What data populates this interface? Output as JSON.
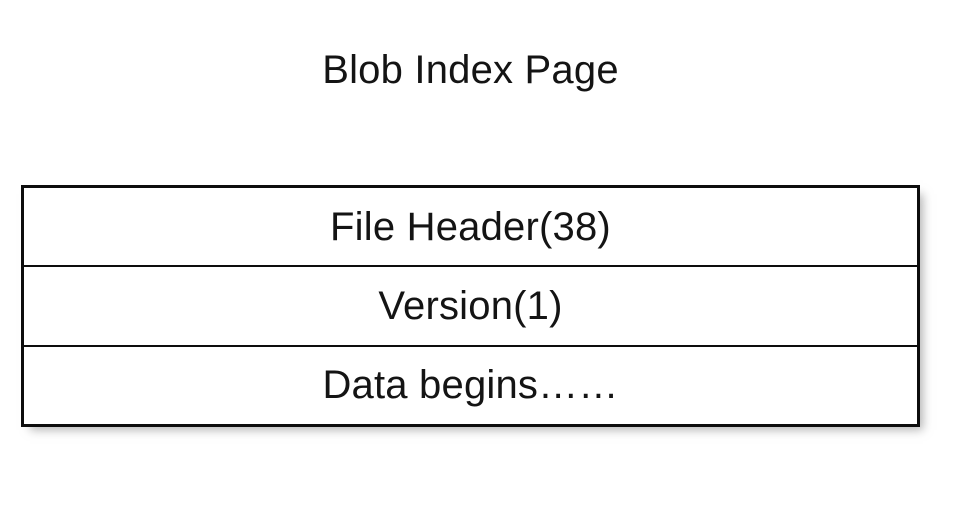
{
  "diagram": {
    "title": "Blob Index Page",
    "type": "stacked-block-layout",
    "background_color": "#ffffff",
    "border_color": "#0d0d0d",
    "text_color": "#141414",
    "rows": [
      {
        "label": "File Header(38)",
        "field": "File Header",
        "size_bytes": 38
      },
      {
        "label": "Version(1)",
        "field": "Version",
        "size_bytes": 1
      },
      {
        "label": "Data begins……",
        "field": "Data begins",
        "size_bytes": null
      }
    ]
  }
}
